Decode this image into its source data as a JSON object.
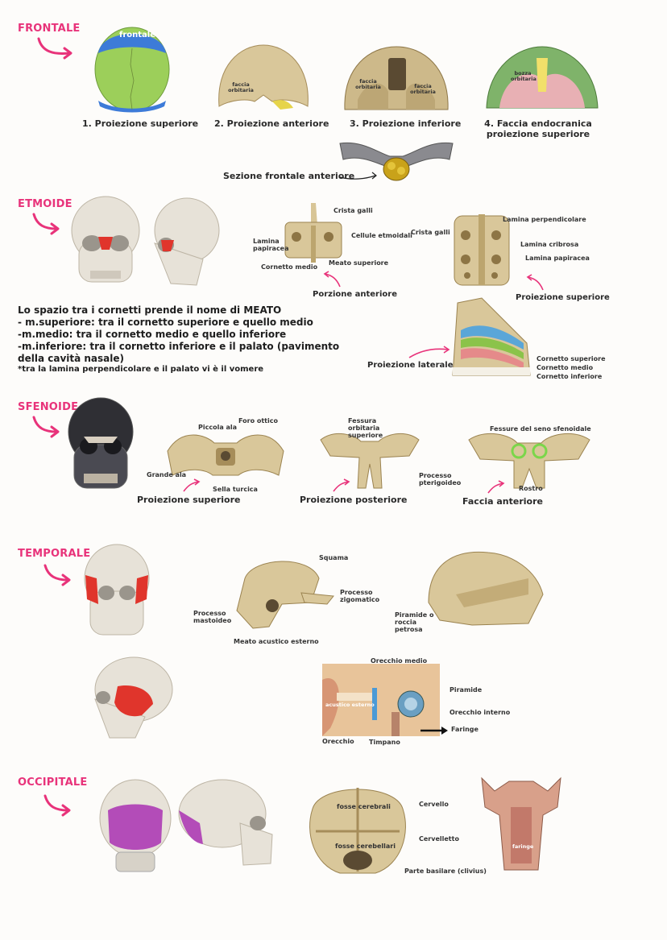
{
  "sections": {
    "frontale": {
      "title": "FRONTALE",
      "skull_label": "frontale",
      "captions": [
        "1. Proiezione superiore",
        "2. Proiezione anteriore",
        "3. Proiezione inferiore",
        "4. Faccia endocranica proiezione superiore"
      ],
      "labels": {
        "anteriore_faccia_orbitaria": "faccia orbitaria",
        "inferiore_faccia_orbitaria_left": "faccia orbitaria",
        "inferiore_faccia_orbitaria_right": "faccia orbitaria",
        "bozza_orbitaria": "bozza orbitaria"
      },
      "section_caption": "Sezione frontale anteriore"
    },
    "etmoide": {
      "title": "ETMOIDE",
      "labels": {
        "crista_galli_1": "Crista galli",
        "lamina_papiracea_1": "Lamina papiracea",
        "cellule_etmoidali": "Cellule etmoidali",
        "meato_superiore": "Meato superiore",
        "cornetto_medio": "Cornetto medio",
        "porzione_anteriore": "Porzione anteriore",
        "crista_galli_2": "Crista galli",
        "lamina_perpendicolare": "Lamina perpendicolare",
        "lamina_cribrosa": "Lamina cribrosa",
        "lamina_papiracea_2": "Lamina papiracea",
        "proiezione_superiore": "Proiezione superiore",
        "proiezione_laterale": "Proiezione laterale",
        "cornetto_superiore": "Cornetto superiore",
        "cornetto_medio_2": "Cornetto medio",
        "cornetto_inferiore": "Cornetto inferiore"
      },
      "note": {
        "line1": "Lo spazio tra i cornetti prende il nome di MEATO",
        "line2": "- m.superiore: tra il cornetto superiore e quello medio",
        "line3": "-m.medio: tra il cornetto medio e quello inferiore",
        "line4": "-m.inferiore: tra il cornetto inferiore e il palato (pavimento della cavità nasale)",
        "line5": "*tra la lamina perpendicolare e il palato vi è il vomere"
      }
    },
    "sfenoide": {
      "title": "SFENOIDE",
      "labels": {
        "piccola_ala": "Piccola ala",
        "foro_ottico": "Foro ottico",
        "grande_ala": "Grande ala",
        "sella_turcica": "Sella turcica",
        "fessura_orbitaria": "Fessura orbitaria superiore",
        "processo_pterigoideo": "Processo pterigoideo",
        "fessure_seno": "Fessure del seno sfenoidale",
        "rostro": "Rostro"
      },
      "captions": [
        "Proiezione superiore",
        "Proiezione posteriore",
        "Faccia anteriore"
      ]
    },
    "temporale": {
      "title": "TEMPORALE",
      "labels": {
        "squama": "Squama",
        "processo_zigomatico": "Processo zigomatico",
        "processo_mastoideo": "Processo mastoideo",
        "meato_acustico": "Meato acustico esterno",
        "piramide_roccia": "Piramide o roccia petrosa",
        "orecchio_medio": "Orecchio medio",
        "acustico_esterno": "acustico esterno",
        "piramide": "Piramide",
        "orecchio_interno": "Orecchio interno",
        "faringe": "Faringe",
        "orecchio": "Orecchio",
        "timpano": "Timpano"
      }
    },
    "occipitale": {
      "title": "OCCIPITALE",
      "labels": {
        "fosse_cerebrali": "fosse cerebrali",
        "cervello": "Cervello",
        "fosse_cerebellari": "fosse cerebellari",
        "cervelletto": "Cervelletto",
        "parte_basilare": "Parte basilare (clivius)",
        "faringe": "faringe"
      }
    }
  },
  "colors": {
    "accent": "#e8337a",
    "bone": "#d9c79a",
    "bone_dark": "#a68d5a",
    "frontal_green": "#9ccf5a",
    "frontal_blue": "#3d7bd8",
    "ethmoid_red": "#e0352c",
    "occipital_purple": "#b34cb8"
  }
}
